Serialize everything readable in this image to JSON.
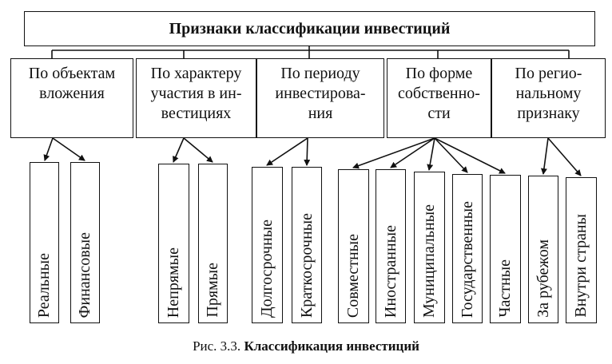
{
  "title": "Признаки классификации инвестиций",
  "categories": [
    {
      "label": "По объектам\nвложения",
      "items": [
        "Реальные",
        "Финансовые"
      ]
    },
    {
      "label": "По характеру\nучастия в ин-\nвестициях",
      "items": [
        "Непрямые",
        "Прямые"
      ]
    },
    {
      "label": "По периоду\nинвестирова-\nния",
      "items": [
        "Долгосрочные",
        "Краткосрочные"
      ]
    },
    {
      "label": "По форме\nсобственно-\nсти",
      "items": [
        "Совместные",
        "Иностранные",
        "Муниципальные",
        "Государственные",
        "Частные"
      ]
    },
    {
      "label": "По регио-\nнальному\nпризнаку",
      "items": [
        "За рубежом",
        "Внутри страны"
      ]
    }
  ],
  "caption": {
    "prefix": "Рис. 3.3.",
    "text": "Классификация инвестиций"
  }
}
